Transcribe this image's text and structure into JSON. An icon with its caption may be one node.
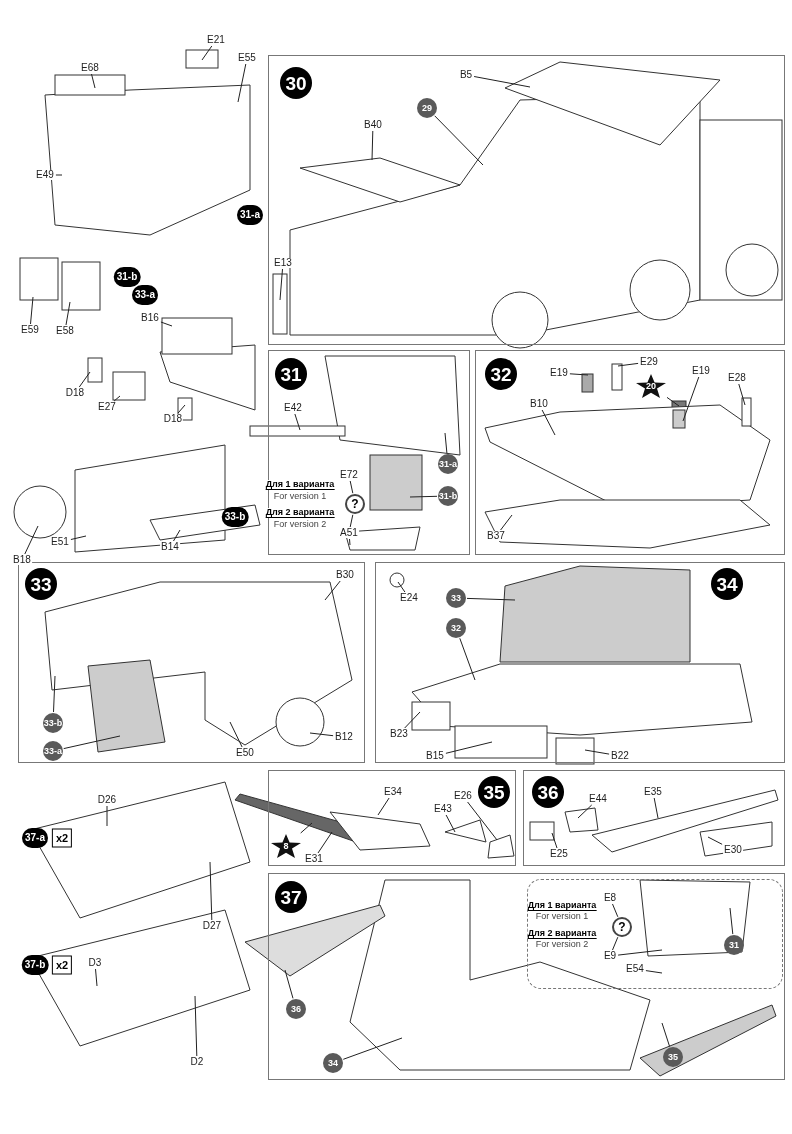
{
  "diagram": {
    "nodes": [
      {
        "text": [
          "E68"
        ]
      },
      {
        "text": [
          "E21"
        ]
      },
      {
        "text": [
          "E55"
        ]
      },
      {
        "text": [
          "E49"
        ]
      },
      {
        "text": [
          "E59"
        ]
      },
      {
        "text": [
          "E58"
        ]
      },
      {
        "text": [
          "B16"
        ]
      },
      {
        "text": [
          "D18"
        ]
      },
      {
        "text": [
          "E27"
        ]
      },
      {
        "text": [
          "D18"
        ]
      },
      {
        "text": [
          "B18"
        ]
      },
      {
        "text": [
          "E51"
        ]
      },
      {
        "text": [
          "B14"
        ]
      },
      {
        "text": [
          "30"
        ]
      },
      {
        "text": [
          "B5"
        ],
        "in": 13
      },
      {
        "text": [
          "29"
        ],
        "in": 13
      },
      {
        "text": [
          "B40"
        ],
        "in": 13
      },
      {
        "text": [
          "E13"
        ],
        "in": 13
      },
      {
        "text": [
          "31"
        ]
      },
      {
        "text": [
          "E42"
        ],
        "in": 18
      },
      {
        "text": [
          "31-a"
        ],
        "in": 18
      },
      {
        "text": [
          "31-b"
        ],
        "in": 18
      },
      {
        "text": [
          "E72"
        ],
        "in": 18
      },
      {
        "text": [
          "?"
        ],
        "in": 18
      },
      {
        "text": [
          "A51"
        ],
        "in": 18
      },
      {
        "text": [
          "32"
        ]
      },
      {
        "text": [
          "E19"
        ],
        "in": 25
      },
      {
        "text": [
          "E29"
        ],
        "in": 25
      },
      {
        "text": [
          "20"
        ],
        "in": 25
      },
      {
        "text": [
          "E19"
        ],
        "in": 25
      },
      {
        "text": [
          "E28"
        ],
        "in": 25
      },
      {
        "text": [
          "B10"
        ],
        "in": 25
      },
      {
        "text": [
          "B37"
        ],
        "in": 25
      },
      {
        "text": [
          "33"
        ]
      },
      {
        "text": [
          "B30"
        ],
        "in": 33
      },
      {
        "text": [
          "33-b"
        ],
        "in": 33
      },
      {
        "text": [
          "33-a"
        ],
        "in": 33
      },
      {
        "text": [
          "E50"
        ],
        "in": 33
      },
      {
        "text": [
          "B12"
        ],
        "in": 33
      },
      {
        "text": [
          "34"
        ]
      },
      {
        "text": [
          "E24"
        ],
        "in": 39
      },
      {
        "text": [
          "33"
        ],
        "in": 39
      },
      {
        "text": [
          "32"
        ],
        "in": 39
      },
      {
        "text": [
          "B23"
        ],
        "in": 39
      },
      {
        "text": [
          "B15"
        ],
        "in": 39
      },
      {
        "text": [
          "B22"
        ],
        "in": 39
      },
      {
        "text": [
          "D26"
        ]
      },
      {
        "text": [
          "D27"
        ]
      },
      {
        "text": [
          "D3"
        ]
      },
      {
        "text": [
          "D2"
        ]
      },
      {
        "text": [
          "35"
        ]
      },
      {
        "text": [
          "E34"
        ],
        "in": 50
      },
      {
        "text": [
          "E43"
        ],
        "in": 50
      },
      {
        "text": [
          "E26"
        ],
        "in": 50
      },
      {
        "text": [
          "8"
        ],
        "in": 50
      },
      {
        "text": [
          "E31"
        ],
        "in": 50
      },
      {
        "text": [
          "36"
        ]
      },
      {
        "text": [
          "E44"
        ],
        "in": 56
      },
      {
        "text": [
          "E35"
        ],
        "in": 56
      },
      {
        "text": [
          "E25"
        ],
        "in": 56
      },
      {
        "text": [
          "E30"
        ],
        "in": 56
      },
      {
        "text": [
          "37"
        ]
      },
      {
        "text": [],
        "shape": "box",
        "in": 61
      },
      {
        "text": [
          "E8"
        ],
        "in": 62
      },
      {
        "text": [
          "?"
        ],
        "in": 62
      },
      {
        "text": [
          "E9"
        ],
        "in": 62
      },
      {
        "text": [
          "E54"
        ],
        "in": 62
      },
      {
        "text": [
          "31"
        ],
        "in": 62
      },
      {
        "text": [
          "36"
        ],
        "in": 61
      },
      {
        "text": [
          "34"
        ],
        "in": 61
      },
      {
        "text": [
          "35"
        ],
        "in": 61
      }
    ],
    "edges": [
      {
        "from": 0,
        "to": null,
        "arrow": "none"
      },
      {
        "from": 1,
        "to": null,
        "arrow": "none"
      },
      {
        "from": 2,
        "to": null,
        "arrow": "none"
      },
      {
        "from": 3,
        "to": null,
        "arrow": "none"
      },
      {
        "from": 4,
        "to": null,
        "arrow": "none"
      },
      {
        "from": 5,
        "to": null,
        "arrow": "none"
      },
      {
        "from": 6,
        "to": null,
        "arrow": "none"
      },
      {
        "from": 7,
        "to": null,
        "arrow": "none"
      },
      {
        "from": 8,
        "to": null,
        "arrow": "none"
      },
      {
        "from": 9,
        "to": null,
        "arrow": "none"
      },
      {
        "from": 10,
        "to": null,
        "arrow": "none"
      },
      {
        "from": 11,
        "to": null,
        "arrow": "none"
      },
      {
        "from": 12,
        "to": null,
        "arrow": "none"
      },
      {
        "from": 14,
        "to": null,
        "arrow": "none"
      },
      {
        "from": 15,
        "to": null,
        "arrow": "none"
      },
      {
        "from": 16,
        "to": null,
        "arrow": "none"
      },
      {
        "from": 17,
        "to": null,
        "arrow": "none"
      },
      {
        "from": 19,
        "to": null,
        "arrow": "none"
      },
      {
        "from": 20,
        "to": null,
        "arrow": "none"
      },
      {
        "from": 21,
        "to": null,
        "arrow": "none"
      },
      {
        "from": 22,
        "to": 23,
        "arrow": "none"
      },
      {
        "from": 23,
        "to": 24,
        "arrow": "none"
      },
      {
        "from": 24,
        "to": null,
        "arrow": "none"
      },
      {
        "from": 26,
        "to": null,
        "arrow": "none"
      },
      {
        "from": 27,
        "to": null,
        "arrow": "none"
      },
      {
        "from": 28,
        "to": null,
        "arrow": "none"
      },
      {
        "from": 29,
        "to": null,
        "arrow": "none"
      },
      {
        "from": 30,
        "to": null,
        "arrow": "none"
      },
      {
        "from": 31,
        "to": null,
        "arrow": "none"
      },
      {
        "from": 32,
        "to": null,
        "arrow": "none"
      },
      {
        "from": 34,
        "to": null,
        "arrow": "none"
      },
      {
        "from": 35,
        "to": null,
        "arrow": "none"
      },
      {
        "from": 36,
        "to": null,
        "arrow": "none"
      },
      {
        "from": 37,
        "to": null,
        "arrow": "none"
      },
      {
        "from": 38,
        "to": null,
        "arrow": "none"
      },
      {
        "from": 40,
        "to": null,
        "arrow": "none"
      },
      {
        "from": 41,
        "to": null,
        "arrow": "none"
      },
      {
        "from": 42,
        "to": null,
        "arrow": "none"
      },
      {
        "from": 43,
        "to": null,
        "arrow": "none"
      },
      {
        "from": 44,
        "to": null,
        "arrow": "none"
      },
      {
        "from": 45,
        "to": null,
        "arrow": "none"
      },
      {
        "from": 46,
        "to": null,
        "arrow": "none"
      },
      {
        "from": 47,
        "to": null,
        "arrow": "none"
      },
      {
        "from": 48,
        "to": null,
        "arrow": "none"
      },
      {
        "from": 49,
        "to": null,
        "arrow": "none"
      },
      {
        "from": 51,
        "to": null,
        "arrow": "none"
      },
      {
        "from": 52,
        "to": null,
        "arrow": "none"
      },
      {
        "from": 53,
        "to": null,
        "arrow": "none"
      },
      {
        "from": 54,
        "to": null,
        "arrow": "none"
      },
      {
        "from": 55,
        "to": null,
        "arrow": "none"
      },
      {
        "from": 57,
        "to": null,
        "arrow": "none"
      },
      {
        "from": 58,
        "to": null,
        "arrow": "none"
      },
      {
        "from": 59,
        "to": null,
        "arrow": "none"
      },
      {
        "from": 60,
        "to": null,
        "arrow": "none"
      },
      {
        "from": 63,
        "to": 64,
        "arrow": "none"
      },
      {
        "from": 64,
        "to": 65,
        "arrow": "none"
      },
      {
        "from": 65,
        "to": null,
        "arrow": "none"
      },
      {
        "from": 66,
        "to": null,
        "arrow": "none"
      },
      {
        "from": 67,
        "to": null,
        "arrow": "none"
      },
      {
        "from": 68,
        "to": null,
        "arrow": "none"
      },
      {
        "from": 69,
        "to": null,
        "arrow": "none"
      },
      {
        "from": 70,
        "to": null,
        "arrow": "none"
      }
    ],
    "labels": [
      "31-a",
      "31-b",
      "33-a",
      "33-b",
      "Для 1 варианта",
      "For version 1",
      "Для 2 варианта",
      "For version 2",
      "37-a",
      "x2",
      "37-b",
      "x2",
      "Для 1 варианта",
      "For version 1",
      "Для 2 варианта",
      "For version 2"
    ]
  }
}
